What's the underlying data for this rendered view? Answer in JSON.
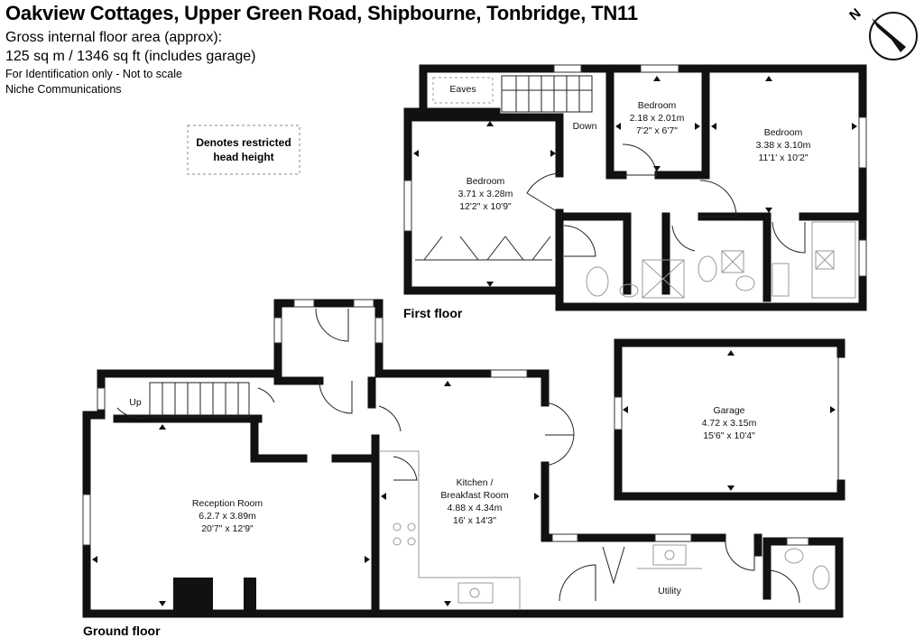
{
  "header": {
    "title": "Oakview Cottages, Upper Green Road, Shipbourne, Tonbridge, TN11",
    "area_label": "Gross internal floor area (approx):",
    "area_value": "125 sq m / 1346 sq ft (includes garage)",
    "disclaimer": "For Identification only - Not to scale",
    "agent": "Niche Communications"
  },
  "legend": {
    "line1": "Denotes restricted",
    "line2": "head height"
  },
  "compass": {
    "letter": "N"
  },
  "floors": {
    "first": "First floor",
    "ground": "Ground floor"
  },
  "labels": {
    "eaves": "Eaves",
    "down": "Down",
    "up": "Up"
  },
  "rooms": {
    "bed1": {
      "name": "Bedroom",
      "metric": "3.71 x 3.28m",
      "imperial": "12'2\" x 10'9\""
    },
    "bed2": {
      "name": "Bedroom",
      "metric": "2.18 x 2.01m",
      "imperial": "7'2\" x 6'7\""
    },
    "bed3": {
      "name": "Bedroom",
      "metric": "3.38 x 3.10m",
      "imperial": "11'1' x 10'2\""
    },
    "garage": {
      "name": "Garage",
      "metric": "4.72 x 3.15m",
      "imperial": "15'6\" x 10'4\""
    },
    "reception": {
      "name": "Reception Room",
      "metric": "6.2.7 x 3.89m",
      "imperial": "20'7\" x 12'9\""
    },
    "kitchen": {
      "name1": "Kitchen /",
      "name2": "Breakfast Room",
      "metric": "4.88 x 4.34m",
      "imperial": "16' x 14'3\""
    },
    "utility": {
      "name": "Utility"
    }
  },
  "colors": {
    "wall": "#111111",
    "background": "#ffffff",
    "fixture": "#999999"
  }
}
